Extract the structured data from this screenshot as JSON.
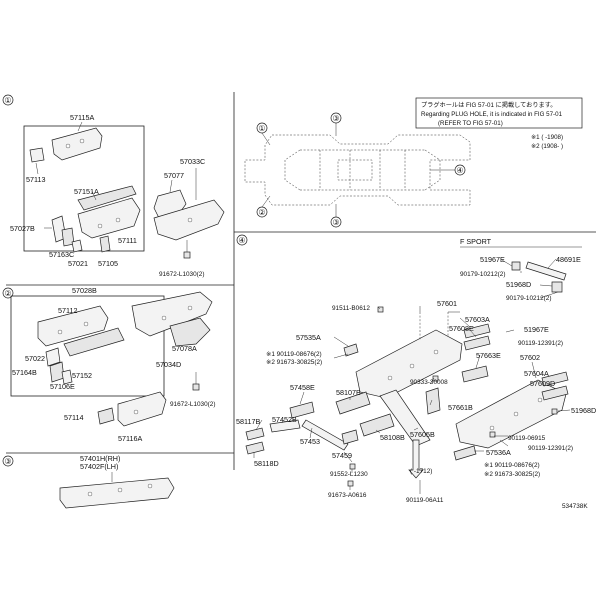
{
  "section_labels": [
    "①",
    "②",
    "③",
    "④"
  ],
  "section4_subtitle": "F SPORT",
  "note": {
    "line1": "プラグホールは FIG 57-01 に掲載しております。",
    "line2": "Regarding PLUG HOLE, it is indicated in FIG 57-01",
    "line3": "(REFER TO FIG 57-01)",
    "range1": "※1 (     -1908)",
    "range2": "※2 (1908-     )"
  },
  "overview_callouts": [
    "①",
    "②",
    "③",
    "③",
    "④"
  ],
  "figure_id": "534738K",
  "parts": {
    "p57115A": "57115A",
    "p57113": "57113",
    "p57151A": "57151A",
    "p57027B": "57027B",
    "p57163C": "57163C",
    "p57021": "57021",
    "p57105": "57105",
    "p57111": "57111",
    "p57033C": "57033C",
    "p57077": "57077",
    "p91672a": "91672-L1030(2)",
    "p57028B": "57028B",
    "p57112": "57112",
    "p57022": "57022",
    "p57164B": "57164B",
    "p57106E": "57106E",
    "p57152": "57152",
    "p57078A": "57078A",
    "p57034D": "57034D",
    "p91672b": "91672-L1030(2)",
    "p57114": "57114",
    "p57116A": "57116A",
    "p57401H": "57401H(RH)",
    "p57402F": "57402F(LH)",
    "p51967Ea": "51967E",
    "p48691E": "48691E",
    "p90179a": "90179-10212(2)",
    "p51968Da": "51968D",
    "p90179b": "90179-10212(2)",
    "p91511": "91511-B0612",
    "p57601": "57601",
    "p57603A": "57603A",
    "p57608E": "57608E",
    "p51967Eb": "51967E",
    "p90119a": "90119-12391(2)",
    "p57535A": "57535A",
    "p90119b": "※1 90119-08676(2)",
    "p91673a": "※2 91673-30825(2)",
    "p57663E": "57663E",
    "p57602": "57602",
    "p57604A": "57604A",
    "p57609D": "57609D",
    "p90333": "90333-30008",
    "p57458E": "57458E",
    "p58107B": "58107B",
    "p57661B": "57661B",
    "p51968Db": "51968D",
    "p58117B": "58117B",
    "p57452B": "57452B",
    "p57453": "57453",
    "p58108B": "58108B",
    "p57605B": "57605B",
    "p90119c": "90119-06915",
    "p90119d": "90119-12391(2)",
    "p58118D": "58118D",
    "p57459": "57459",
    "p57536A": "57536A",
    "p91552": "91552-L1230",
    "p1712": "(     -1712)",
    "p90119e": "※1 90119-08676(2)",
    "p91673b": "※2 91673-30825(2)",
    "p91673c": "91673-A0616",
    "p90119f": "90119-06A11"
  }
}
